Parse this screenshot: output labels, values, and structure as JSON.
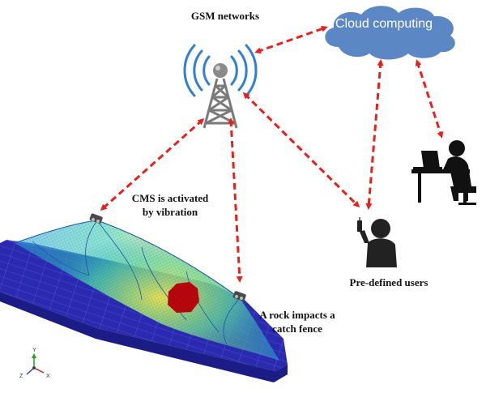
{
  "labels": {
    "gsm": "GSM networks",
    "cloud": "Cloud computing",
    "cms_line1": "CMS is activated",
    "cms_line2": "by vibration",
    "users": "Pre-defined users",
    "rock_line1": "A rock impacts a",
    "rock_line2": "catch fence"
  },
  "axis_triad": {
    "y": "Y",
    "z": "Z",
    "x": "X"
  },
  "colors": {
    "arrow": "#e8201c",
    "cloud_fill": "#5b87c5",
    "tower": "#7a7a7a",
    "signal": "#2f7fd6",
    "slope": "#2a2ab0",
    "rock": "#c00000",
    "person": "#1a1a1a"
  }
}
